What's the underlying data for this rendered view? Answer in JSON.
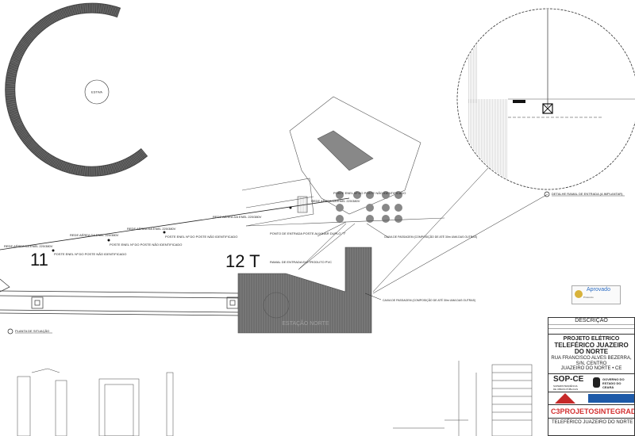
{
  "drawing": {
    "circle_label": "ESTIVA",
    "tower_11": "11",
    "tower_12": "12 T",
    "station_label": "ESTAÇÃO NORTE",
    "site_plan_title": "PLANTA DE SITUAÇÃO",
    "detail_title": "DETALHE RAMAL DE ENTRADA (A IMPLANTAR)",
    "network_label": "REDE AÉREA DA ENEL 220/380V",
    "pole_label": "POSTE ENEL Nº DO POSTE NÃO IDENTIFICADO",
    "entry_point_label": "PONTO DE ENTRADA POSTE AUXILIAR DUPLO \"T\"",
    "entry_branch_label": "RAMAL DE ENTRADA ELETRODUTO PVC",
    "passage_box_label": "CAIXA DE PASSAGEM (COMPOSIÇÃO DE ATÉ 30m UMA DAS OUTRAS)"
  },
  "stamp": {
    "label": "Aprovado",
    "sub": "Protocolo"
  },
  "title_block": {
    "revision_header": "DESCRIÇÃO",
    "project_type": "PROJETO ELÉTRICO",
    "project_name": "TELEFÉRICO JUAZEIRO DO NORTE",
    "address": "RUA FRANCISCO ALVES BEZERRA, S/N, CENTRO",
    "city": "JUAZEIRO DO NORTE • CE",
    "agency": "SOP-CE",
    "agency_sub1": "SUPERINTENDÊNCIA",
    "agency_sub2": "DE OBRAS PÚBLICAS",
    "government": "GOVERNO DO ESTADO DO CEARÁ",
    "company_a": "C3PROJETOS",
    "company_b": "INTEGRADOS",
    "footer": "TELEFÉRICO JUAZEIRO DO NORTE"
  },
  "colors": {
    "station_fill": "#7a7a7a",
    "c3_red": "#d32f2f",
    "blue_logo": "#1e5aa8"
  }
}
